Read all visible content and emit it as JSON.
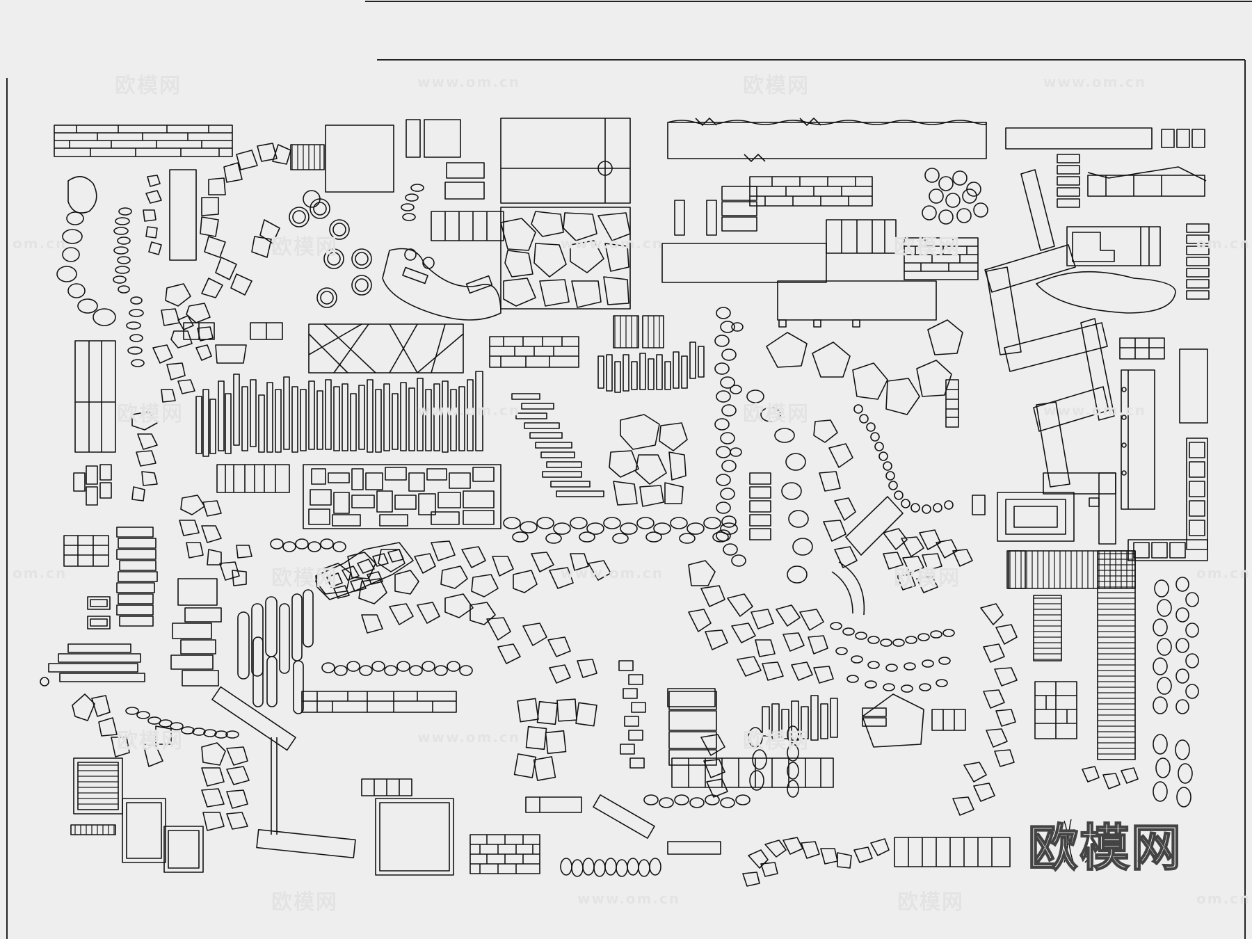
{
  "watermark": {
    "logo_text": "欧模网",
    "url_text": "www.om.cn",
    "url_short": "om.cn"
  },
  "brand": {
    "text": "欧模网"
  },
  "colors": {
    "background": "#eeeeee",
    "paper": "#f2f2f2",
    "stroke": "#111111",
    "frame": "#222222"
  }
}
